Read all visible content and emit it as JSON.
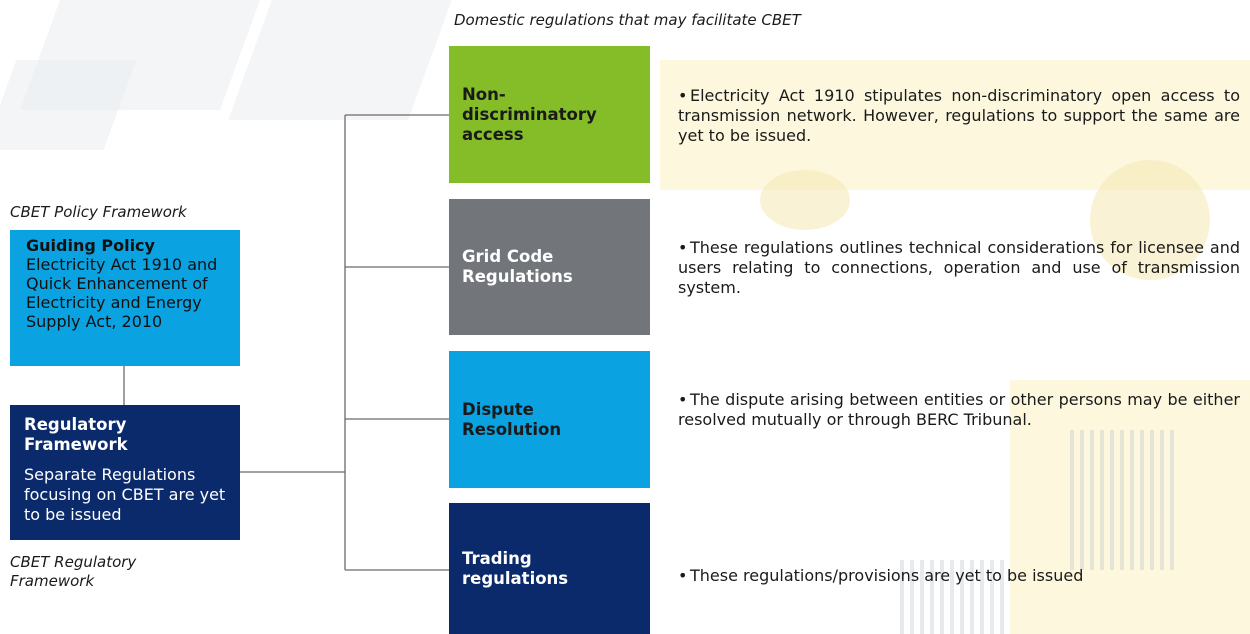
{
  "captions": {
    "top": "Domestic regulations that may facilitate CBET",
    "policy": "CBET Policy Framework",
    "regulatory": "CBET Regulatory Framework"
  },
  "guiding_policy": {
    "title": "Guiding Policy",
    "body": "Electricity Act 1910 and Quick Enhancement of Electricity and Energy Supply Act, 2010"
  },
  "regulatory_framework": {
    "title": "Regulatory Framework",
    "body": "Separate Regulations focusing on CBET are yet to be issued"
  },
  "regulations": [
    {
      "title": "Non-discriminatory access",
      "color": "#84bd27",
      "description": "Electricity Act 1910 stipulates non-discriminatory open access to transmission network. However, regulations to support the same are yet to be issued."
    },
    {
      "title": "Grid Code Regulations",
      "color": "#72767a",
      "description": "These regulations outlines technical considerations for licensee and users relating to connections, operation and use of transmission system."
    },
    {
      "title": "Dispute Resolution",
      "color": "#0aa2e0",
      "description": "The dispute arising between entities or other persons may be either resolved mutually or through BERC Tribunal."
    },
    {
      "title": "Trading regulations",
      "color": "#0b2a6b",
      "description": "These regulations/provisions are yet to be issued"
    }
  ],
  "colors": {
    "connector": "#6b6b6b",
    "green": "#84bd27",
    "grey": "#72767a",
    "light_blue": "#0aa2e0",
    "navy": "#0b2a6b"
  }
}
